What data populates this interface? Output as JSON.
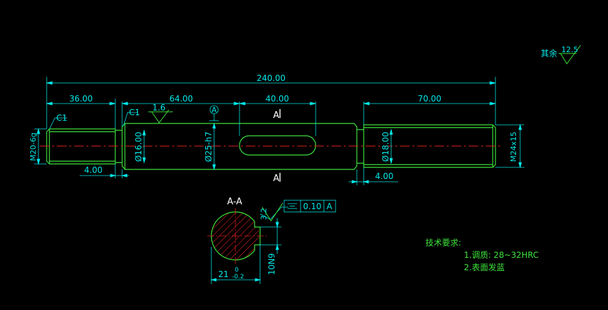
{
  "dimensions": {
    "overall_length": "240.00",
    "left_section": "36.00",
    "middle_section": "64.00",
    "keyway_length": "40.00",
    "right_section": "70.00",
    "left_undercut": "4.00",
    "right_undercut": "4.00"
  },
  "diameters": {
    "left_thread": "M20-6g",
    "neck": "Ø16.00",
    "main": "Ø25-h7",
    "right_neck": "Ø18.00",
    "right_thread": "M24x15"
  },
  "chamfers": {
    "left": "C1",
    "step": "C1"
  },
  "roughness": {
    "main": "1.6",
    "keyway": "3.2",
    "rest_label": "其余",
    "rest_value": "12.5"
  },
  "datum": {
    "symbol": "A"
  },
  "section": {
    "cut_label": "A",
    "view_title": "A-A",
    "depth": "21",
    "depth_upper": "0",
    "depth_lower": "-0.2",
    "key_width": "10N9"
  },
  "tolerance": {
    "value": "0.10",
    "datum": "A"
  },
  "notes": {
    "title": "技术要求:",
    "line1": "1.调质: 28~32HRC",
    "line2": "2.表面发蓝"
  },
  "colors": {
    "background": "#000000",
    "outline": "#3ce33c",
    "dimension": "#00e8e8",
    "centerline": "#e02020",
    "hatch": "#e02020",
    "text": "#ffffff"
  }
}
